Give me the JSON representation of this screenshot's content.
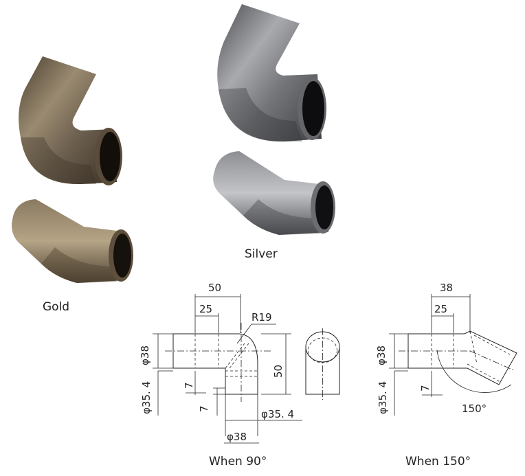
{
  "labels": {
    "gold": "Gold",
    "silver": "Silver",
    "when_90": "When 90°",
    "when_150": "When 150°"
  },
  "dims_90": {
    "top_overall": "50",
    "top_inner": "25",
    "radius": "R19",
    "outer_dia_left": "φ38",
    "inner_dia_left": "φ35. 4",
    "height": "50",
    "seven_a": "7",
    "seven_b": "7",
    "inner_dia_bottom": "φ35. 4",
    "outer_dia_bottom": "φ38"
  },
  "dims_150": {
    "top_overall": "38",
    "top_inner": "25",
    "outer_dia_left": "φ38",
    "inner_dia_left": "φ35. 4",
    "seven": "7",
    "angle": "150°"
  },
  "colors": {
    "gold": "#6e6150",
    "silver": "#6f7074"
  }
}
